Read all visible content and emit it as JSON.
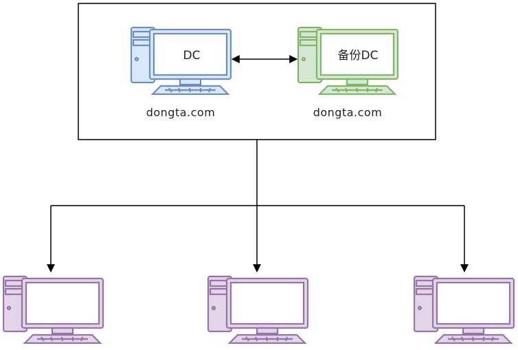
{
  "nodes": {
    "primary": {
      "screen_label": "DC",
      "domain": "dongta.com",
      "stroke": "#6c8ebf",
      "fill": "#dae8fc"
    },
    "backup": {
      "screen_label": "备份DC",
      "domain": "dongta.com",
      "stroke": "#82b366",
      "fill": "#d5e8d4"
    },
    "clients": [
      {
        "screen_label": ""
      },
      {
        "screen_label": ""
      },
      {
        "screen_label": ""
      }
    ],
    "client_colors": {
      "stroke": "#9673a6",
      "fill": "#e1d5e7"
    }
  },
  "edges": [
    {
      "from": "primary",
      "to": "backup",
      "type": "bidirectional"
    },
    {
      "from": "group",
      "to": "client-1",
      "type": "directed"
    },
    {
      "from": "group",
      "to": "client-2",
      "type": "directed"
    },
    {
      "from": "group",
      "to": "client-3",
      "type": "directed"
    }
  ]
}
